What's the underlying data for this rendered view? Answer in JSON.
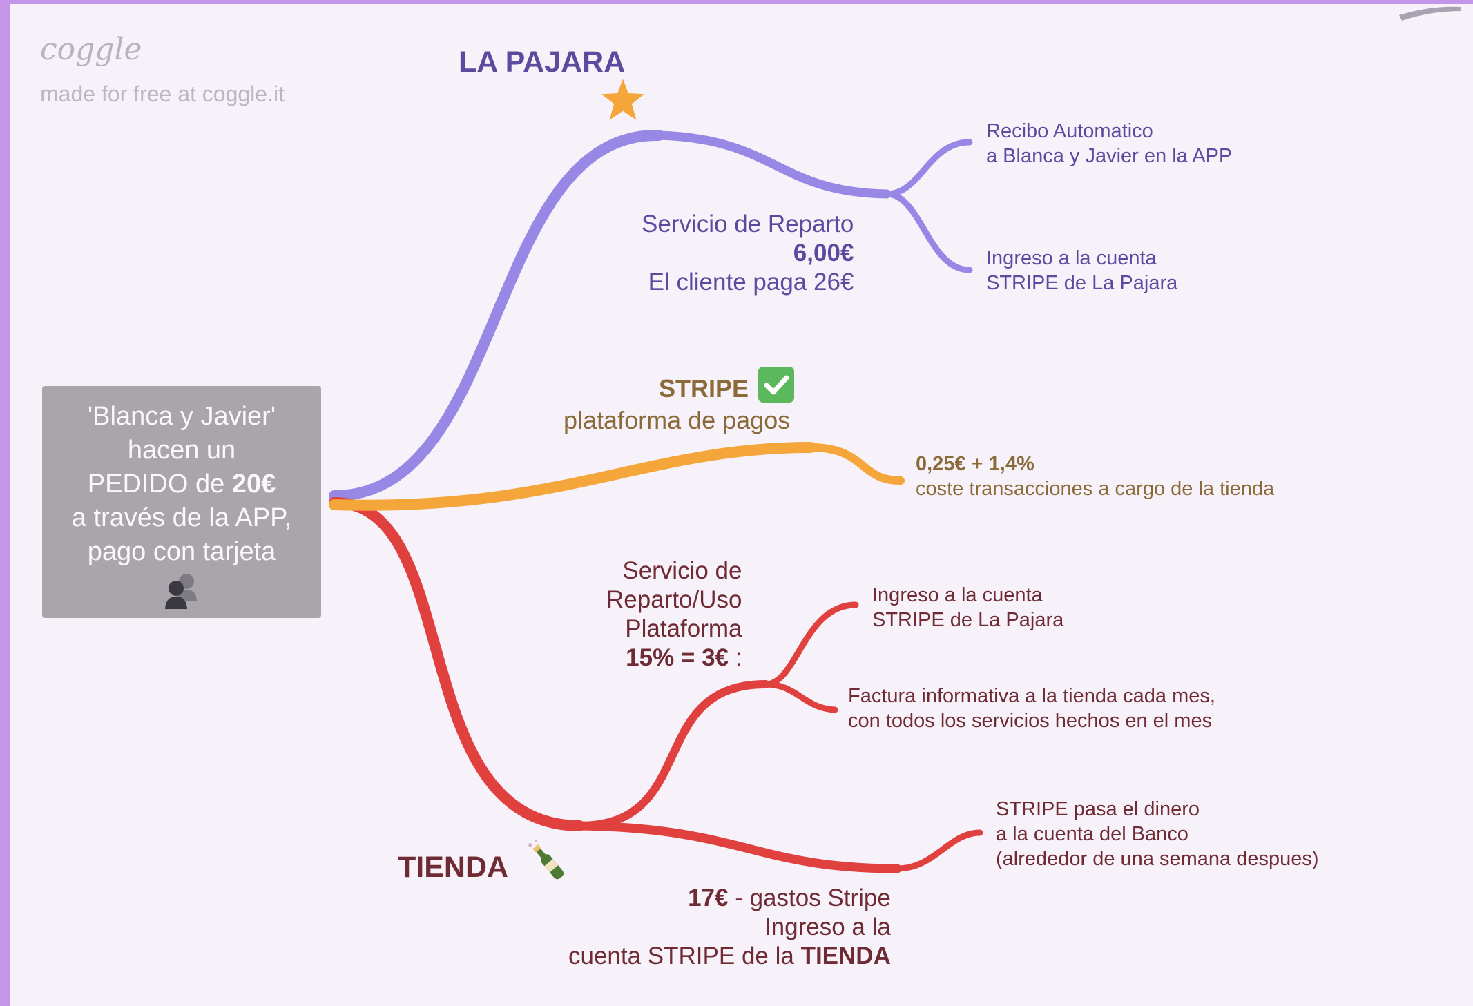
{
  "brand": {
    "logo": "coggle",
    "tagline": "made for free at coggle.it"
  },
  "colors": {
    "purple": "#9888e6",
    "orange": "#f5a63a",
    "red": "#e0403e",
    "node_bg": "#aaa5ab"
  },
  "center": {
    "line1": "'Blanca y Javier'",
    "line2": "hacen un",
    "line3_pre": "PEDIDO de ",
    "line3_bold": "20€",
    "line4": "a través de la APP,",
    "line5": "pago con tarjeta",
    "icon": "people-icon"
  },
  "branches": {
    "pajara": {
      "title": "LA PAJARA",
      "icon": "star-icon",
      "label_line1": "Servicio de Reparto",
      "label_line2": "6,00€",
      "label_line3": "El cliente paga 26€",
      "leaf1_line1": "Recibo Automatico",
      "leaf1_line2": "a Blanca y Javier en la APP",
      "leaf2_line1": "Ingreso a la cuenta",
      "leaf2_line2": "STRIPE de La Pajara"
    },
    "stripe": {
      "title": "STRIPE",
      "icon": "check-icon",
      "subtitle": "plataforma de pagos",
      "leaf_line1_a": "0,25€",
      "leaf_line1_b": " + ",
      "leaf_line1_c": "1,4%",
      "leaf_line2": "coste transacciones a cargo de la tienda"
    },
    "tienda": {
      "title": "TIENDA",
      "icon": "champagne-icon",
      "sub1_line1": "Servicio de",
      "sub1_line2": "Reparto/Uso",
      "sub1_line3": "Plataforma",
      "sub1_line4_bold": "15% = 3€",
      "sub1_line4_rest": " :",
      "sub1_leaf1_line1": "Ingreso a la cuenta",
      "sub1_leaf1_line2": "STRIPE de La Pajara",
      "sub1_leaf2_line1": "Factura informativa a la tienda cada mes,",
      "sub1_leaf2_line2": "con todos los servicios hechos en el mes",
      "sub2_line1_bold": "17€",
      "sub2_line1_rest": " - gastos Stripe",
      "sub2_line2": "Ingreso a la",
      "sub2_line3_pre": "cuenta STRIPE de la ",
      "sub2_line3_bold": "TIENDA",
      "sub2_leaf_line1": "STRIPE pasa el dinero",
      "sub2_leaf_line2": "a la cuenta del Banco",
      "sub2_leaf_line3": "(alrededor de una semana despues)"
    }
  }
}
